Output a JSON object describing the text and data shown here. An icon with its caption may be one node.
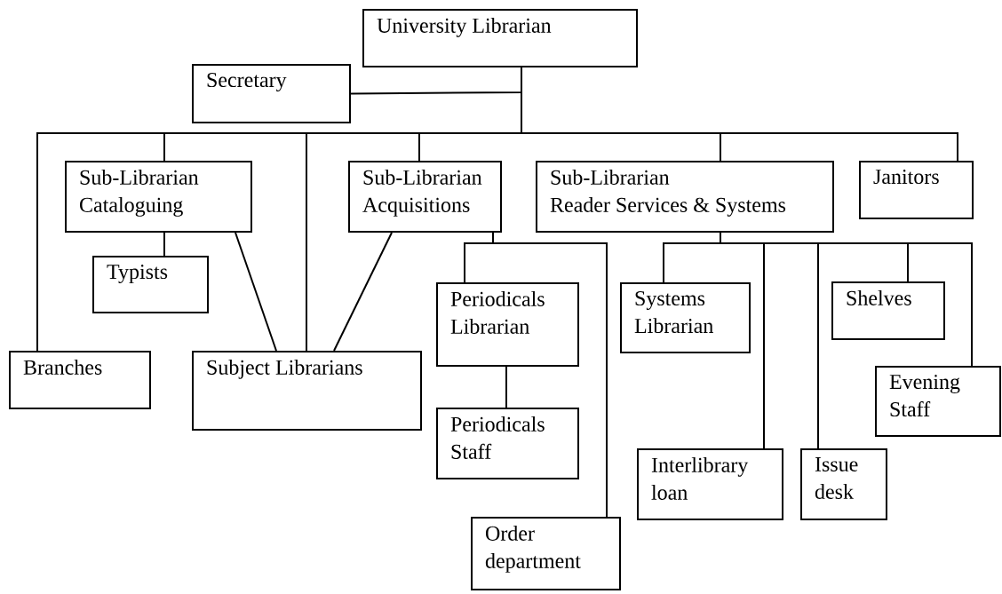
{
  "diagram": {
    "nodes": [
      {
        "text": [
          "University Librarian"
        ]
      },
      {
        "text": [
          "Secretary"
        ]
      },
      {
        "text": [
          "Sub-Librarian Cataloguing"
        ]
      },
      {
        "text": [
          "Sub-Librarian Acquisitions"
        ]
      },
      {
        "text": [
          "Sub-Librarian",
          "Reader Services & Systems"
        ]
      },
      {
        "text": [
          "Janitors"
        ]
      },
      {
        "text": [
          "Typists"
        ]
      },
      {
        "text": [
          "Periodicals Librarian"
        ]
      },
      {
        "text": [
          "Systems Librarian"
        ]
      },
      {
        "text": [
          "Shelves"
        ]
      },
      {
        "text": [
          "Branches"
        ]
      },
      {
        "text": [
          "Subject Librarians"
        ]
      },
      {
        "text": [
          "Evening Staff"
        ]
      },
      {
        "text": [
          "Periodicals Staff"
        ]
      },
      {
        "text": [
          "Interlibrary loan"
        ]
      },
      {
        "text": [
          "Issue desk"
        ]
      },
      {
        "text": [
          "Order department"
        ]
      }
    ],
    "edges": [
      {
        "from": 0,
        "to": 1,
        "arrow": "none"
      },
      {
        "from": 0,
        "to": 10,
        "arrow": "none"
      },
      {
        "from": 0,
        "to": 2,
        "arrow": "none"
      },
      {
        "from": 0,
        "to": 11,
        "arrow": "none"
      },
      {
        "from": 0,
        "to": 3,
        "arrow": "none"
      },
      {
        "from": 0,
        "to": 4,
        "arrow": "none"
      },
      {
        "from": 0,
        "to": 5,
        "arrow": "none"
      },
      {
        "from": 2,
        "to": 6,
        "arrow": "none"
      },
      {
        "from": 2,
        "to": 11,
        "arrow": "none"
      },
      {
        "from": 3,
        "to": 11,
        "arrow": "none"
      },
      {
        "from": 3,
        "to": 7,
        "arrow": "none"
      },
      {
        "from": 3,
        "to": 16,
        "arrow": "none"
      },
      {
        "from": 7,
        "to": 13,
        "arrow": "none"
      },
      {
        "from": 4,
        "to": 8,
        "arrow": "none"
      },
      {
        "from": 4,
        "to": 14,
        "arrow": "none"
      },
      {
        "from": 4,
        "to": 15,
        "arrow": "none"
      },
      {
        "from": 4,
        "to": 9,
        "arrow": "none"
      },
      {
        "from": 4,
        "to": 12,
        "arrow": "none"
      }
    ]
  }
}
